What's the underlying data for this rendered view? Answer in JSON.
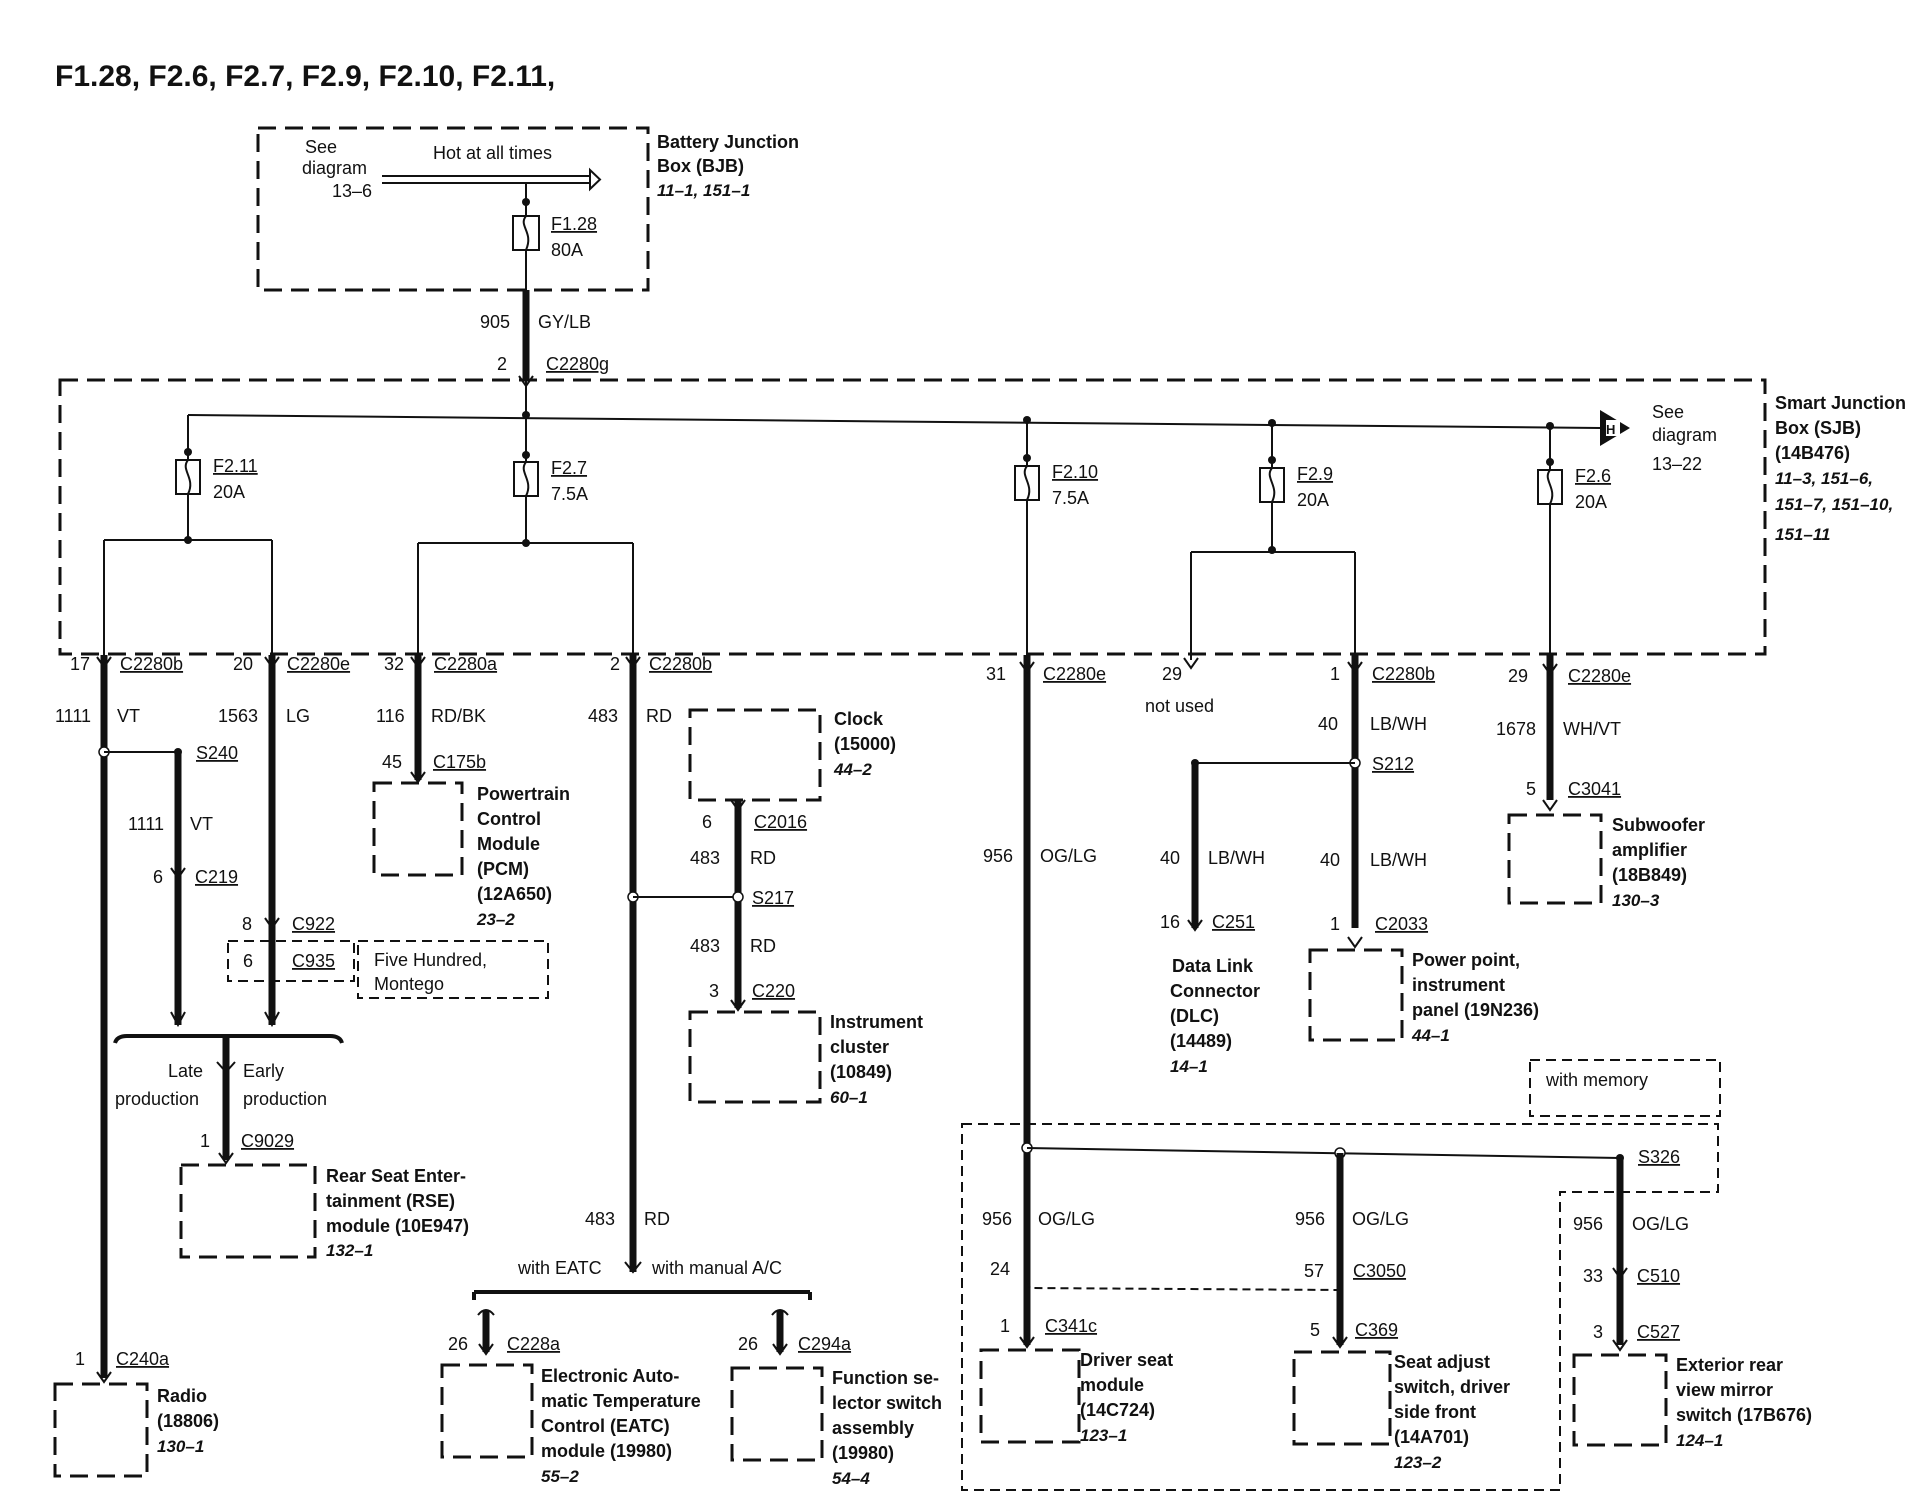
{
  "title": "F1.28, F2.6, F2.7, F2.9, F2.10, F2.11,",
  "bjb": {
    "see": "See",
    "diagram": "diagram",
    "ref": "13–6",
    "hot": "Hot at all times",
    "name1": "Battery Junction",
    "name2": "Box (BJB)",
    "pages": "11–1, 151–1",
    "fuse": "F1.28",
    "amps": "80A"
  },
  "feed": {
    "circuit": "905",
    "color": "GY/LB",
    "pin": "2",
    "connector": "C2280g"
  },
  "sjb": {
    "name1": "Smart Junction",
    "name2": "Box (SJB)",
    "name3": "(14B476)",
    "pages1": "11–3, 151–6,",
    "pages2": "151–7, 151–10,",
    "pages3": "151–11",
    "see": "See",
    "diagram": "diagram",
    "ref": "13–22"
  },
  "fuses": {
    "f211": {
      "name": "F2.11",
      "amps": "20A"
    },
    "f27": {
      "name": "F2.7",
      "amps": "7.5A"
    },
    "f210": {
      "name": "F2.10",
      "amps": "7.5A"
    },
    "f29": {
      "name": "F2.9",
      "amps": "20A"
    },
    "f26": {
      "name": "F2.6",
      "amps": "20A"
    }
  },
  "radio_branch": {
    "pin": "17",
    "connector": "C2280b",
    "circuit": "1111",
    "color": "VT",
    "splice": "S240",
    "circuit2": "1111",
    "color2": "VT",
    "pin2": "6",
    "connector2": "C219",
    "radio_pin": "1",
    "radio_connector": "C240a",
    "radio1": "Radio",
    "radio2": "(18806)",
    "radio_page": "130–1"
  },
  "lg_branch": {
    "pin": "20",
    "connector": "C2280e",
    "circuit": "1563",
    "color": "LG",
    "pin_a": "8",
    "conn_a": "C922",
    "pin_b": "6",
    "conn_b": "C935",
    "note1": "Five Hundred,",
    "note2": "Montego"
  },
  "production": {
    "late1": "Late",
    "late2": "production",
    "early1": "Early",
    "early2": "production"
  },
  "rse": {
    "pin": "1",
    "connector": "C9029",
    "name1": "Rear Seat Enter-",
    "name2": "tainment (RSE)",
    "name3": "module (10E947)",
    "page": "132–1"
  },
  "pcm": {
    "pin": "32",
    "connector": "C2280a",
    "circuit": "116",
    "color": "RD/BK",
    "pin2": "45",
    "connector2": "C175b",
    "name1": "Powertrain",
    "name2": "Control",
    "name3": "Module",
    "name4": "(PCM)",
    "name5": "(12A650)",
    "page": "23–2"
  },
  "rd_branch": {
    "pin": "2",
    "connector": "C2280b",
    "circuit": "483",
    "color": "RD",
    "circuit_low": "483",
    "color_low": "RD",
    "with_eatc": "with EATC",
    "with_manual": "with manual A/C"
  },
  "clock": {
    "name1": "Clock",
    "name2": "(15000)",
    "page": "44–2",
    "pin": "6",
    "connector": "C2016",
    "circuit": "483",
    "color": "RD",
    "splice": "S217",
    "circuit2": "483",
    "color2": "RD"
  },
  "cluster": {
    "pin": "3",
    "connector": "C220",
    "name1": "Instrument",
    "name2": "cluster",
    "name3": "(10849)",
    "page": "60–1"
  },
  "eatc": {
    "pin": "26",
    "connector": "C228a",
    "name1": "Electronic Auto-",
    "name2": "matic Temperature",
    "name3": "Control (EATC)",
    "name4": "module (19980)",
    "page": "55–2"
  },
  "fss": {
    "pin": "26",
    "connector": "C294a",
    "name1": "Function se-",
    "name2": "lector switch",
    "name3": "assembly",
    "name4": "(19980)",
    "page": "54–4"
  },
  "seat_branch": {
    "pin": "31",
    "connector": "C2280e",
    "circuit": "956",
    "color": "OG/LG",
    "memory": "with memory"
  },
  "driver_seat": {
    "circuit": "956",
    "color": "OG/LG",
    "pin_a": "24",
    "pin": "1",
    "connector": "C341c",
    "name1": "Driver seat",
    "name2": "module",
    "name3": "(14C724)",
    "page": "123–1"
  },
  "seat_adjust": {
    "circuit": "956",
    "color": "OG/LG",
    "pin_a": "57",
    "conn_a": "C3050",
    "pin": "5",
    "connector": "C369",
    "name1": "Seat adjust",
    "name2": "switch, driver",
    "name3": "side front",
    "name4": "(14A701)",
    "page": "123–2"
  },
  "mirror": {
    "splice": "S326",
    "circuit": "956",
    "color": "OG/LG",
    "pin_a": "33",
    "conn_a": "C510",
    "pin": "3",
    "connector": "C527",
    "name1": "Exterior rear",
    "name2": "view mirror",
    "name3": "switch (17B676)",
    "page": "124–1"
  },
  "f29_branch": {
    "pin_unused": "29",
    "not_used": "not used",
    "pin": "1",
    "connector": "C2280b",
    "circuit": "40",
    "color": "LB/WH",
    "splice": "S212"
  },
  "dlc": {
    "circuit": "40",
    "color": "LB/WH",
    "pin": "16",
    "connector": "C251",
    "name1": "Data Link",
    "name2": "Connector",
    "name3": "(DLC)",
    "name4": "(14489)",
    "page": "14–1"
  },
  "power_point": {
    "circuit": "40",
    "color": "LB/WH",
    "pin": "1",
    "connector": "C2033",
    "name1": "Power point,",
    "name2": "instrument",
    "name3": "panel (19N236)",
    "page": "44–1"
  },
  "sub": {
    "pin": "29",
    "connector": "C2280e",
    "circuit": "1678",
    "color": "WH/VT",
    "pin2": "5",
    "connector2": "C3041",
    "name1": "Subwoofer",
    "name2": "amplifier",
    "name3": "(18B849)",
    "page": "130–3"
  }
}
